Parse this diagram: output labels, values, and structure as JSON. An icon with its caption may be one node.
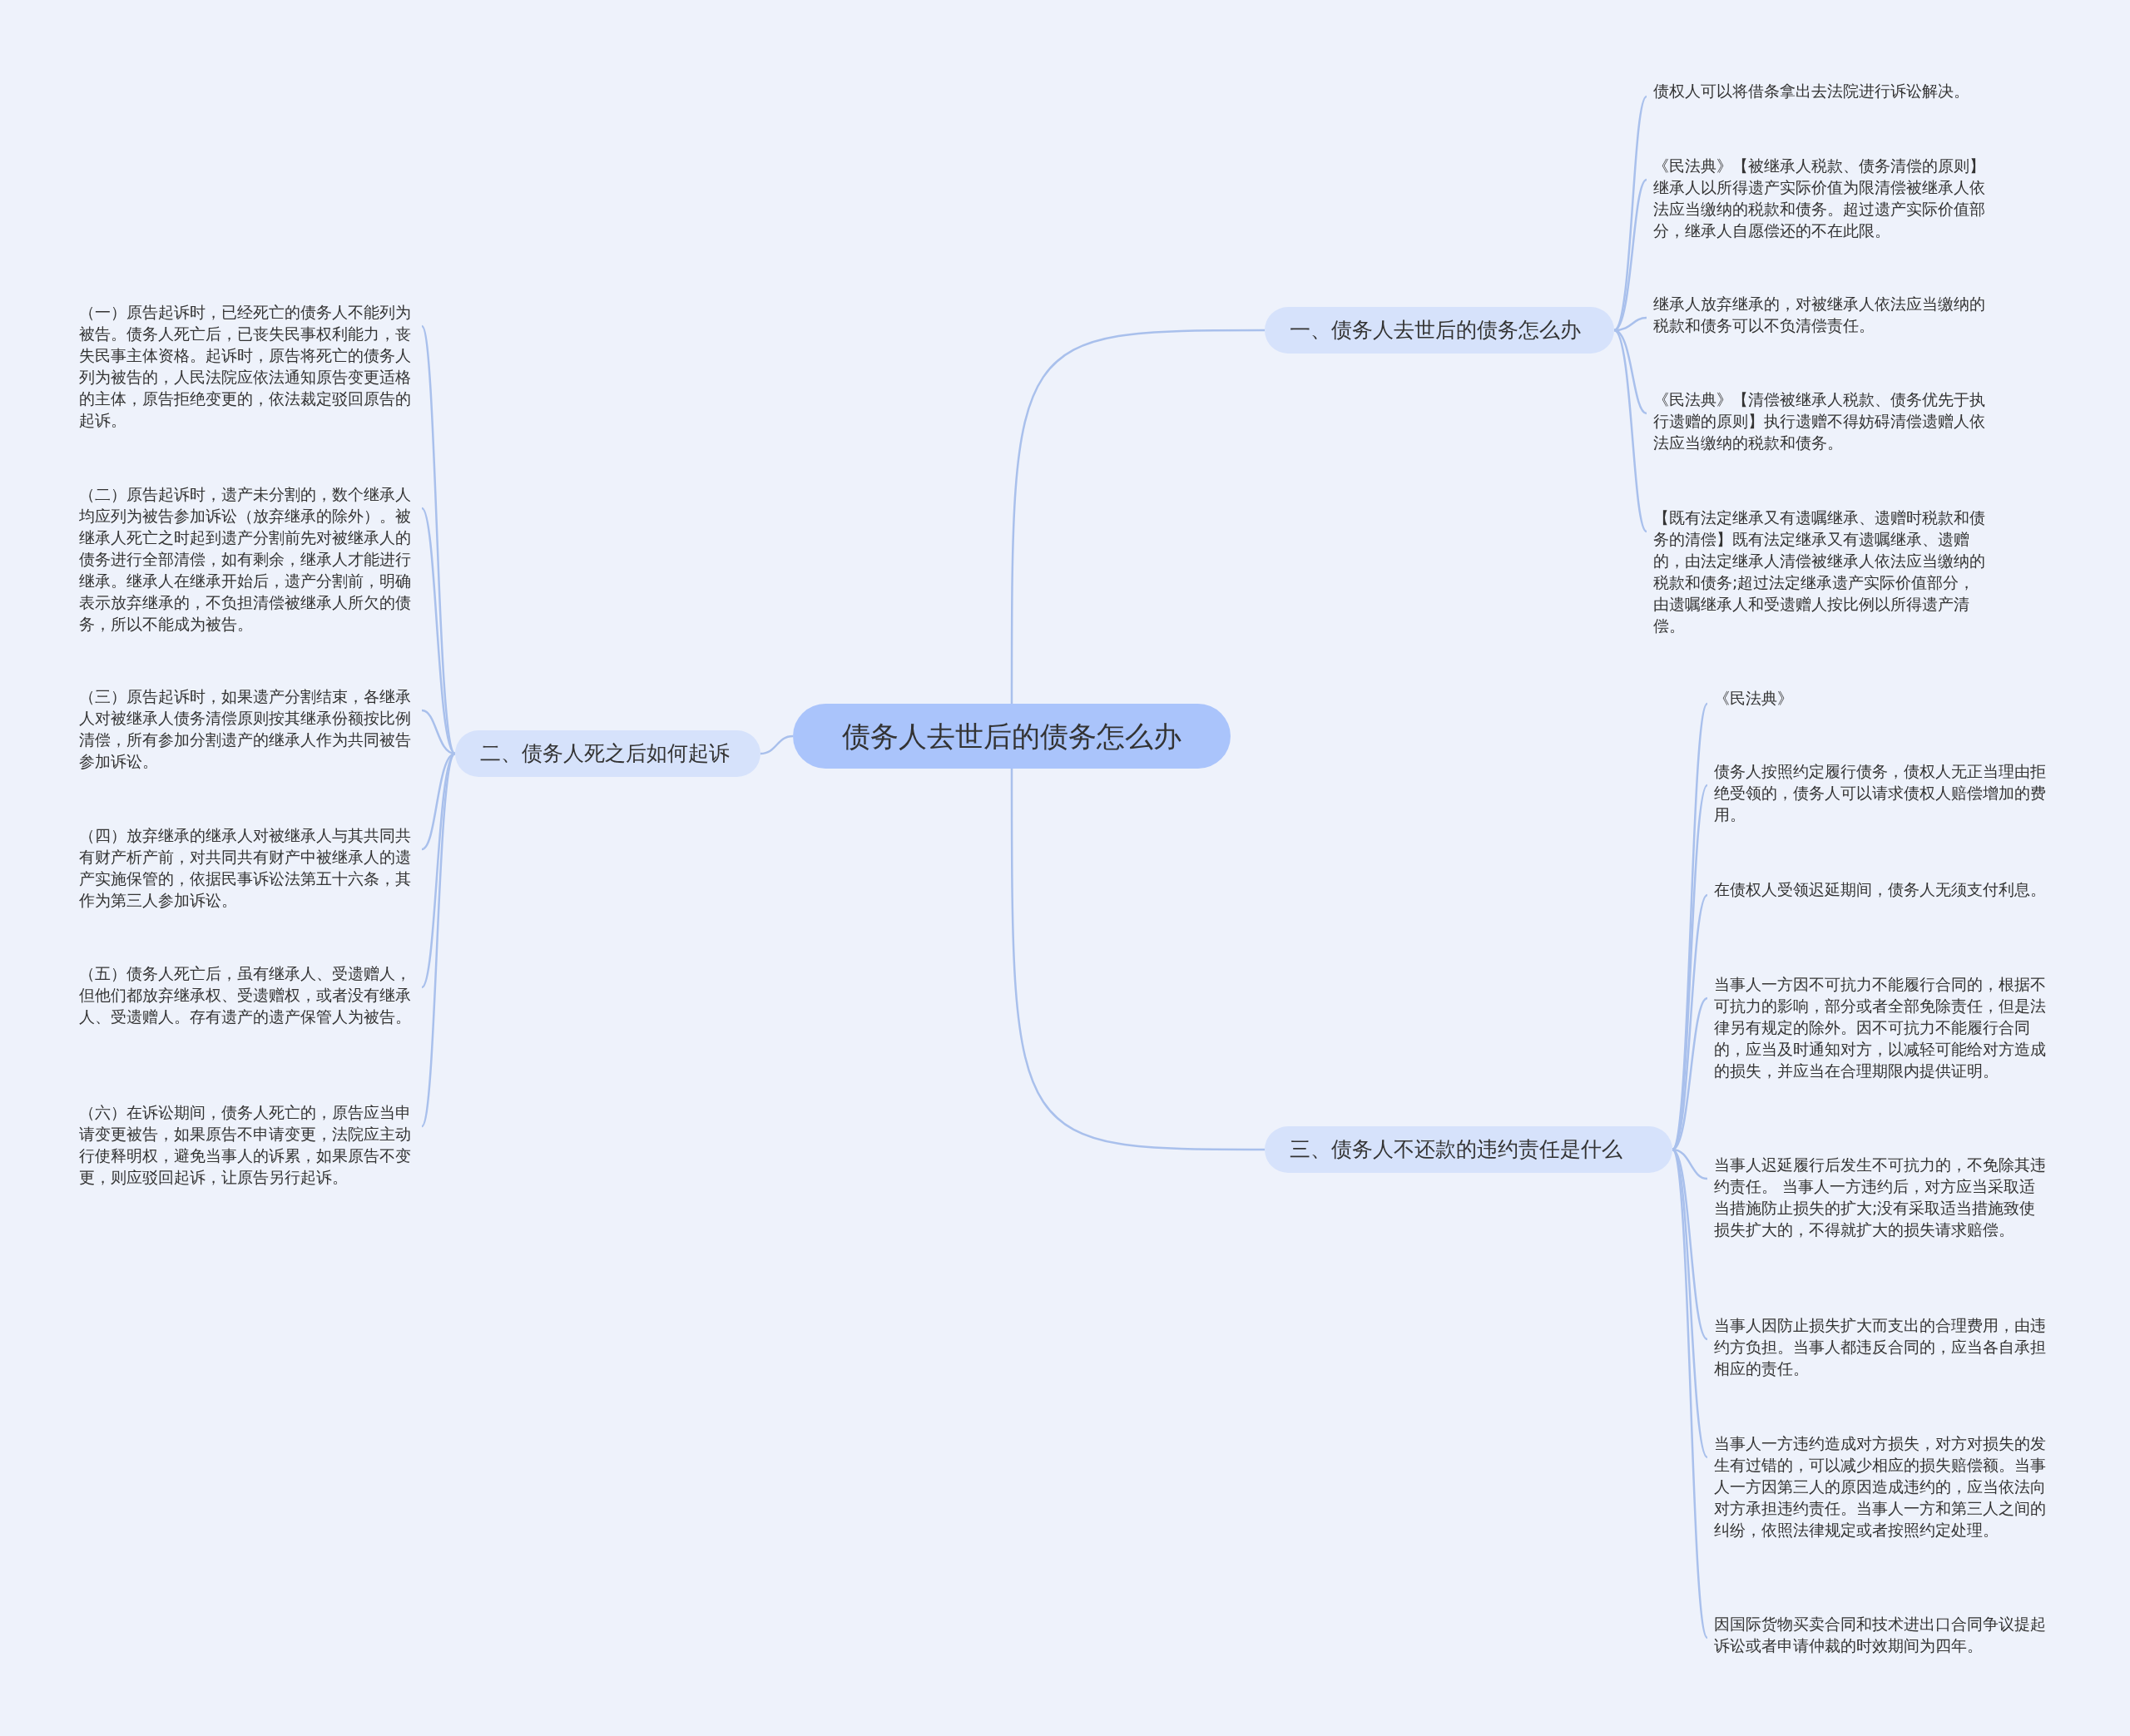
{
  "diagram": {
    "nodes": [
      {
        "text": [
          "债务人去世后的债务怎么办"
        ]
      },
      {
        "text": [
          "一、债务人去世后的债务怎么办"
        ]
      },
      {
        "text": [
          "二、债务人死之后如何起诉"
        ]
      },
      {
        "text": [
          "三、债务人不还款的违约责任是什么"
        ]
      },
      {
        "text": [
          "债权人可以将借条拿出去法院进行诉讼解决。"
        ]
      },
      {
        "text": [
          "《民法典》【被继承人税款、债务清偿的原则】继承人以所得遗产实际价值为限清偿被继承人依法应当缴纳的税款和债务。超过遗产实际价值部分，继承人自愿偿还的不在此限。"
        ]
      },
      {
        "text": [
          "继承人放弃继承的，对被继承人依法应当缴纳的税款和债务可以不负清偿责任。"
        ]
      },
      {
        "text": [
          "《民法典》【清偿被继承人税款、债务优先于执行遗赠的原则】执行遗赠不得妨碍清偿遗赠人依法应当缴纳的税款和债务。"
        ]
      },
      {
        "text": [
          "【既有法定继承又有遗嘱继承、遗赠时税款和债务的清偿】既有法定继承又有遗嘱继承、遗赠的，由法定继承人清偿被继承人依法应当缴纳的税款和债务;超过法定继承遗产实际价值部分，由遗嘱继承人和受遗赠人按比例以所得遗产清偿。"
        ]
      },
      {
        "text": [
          "（一）原告起诉时，已经死亡的债务人不能列为被告。债务人死亡后，已丧失民事权利能力，丧失民事主体资格。起诉时，原告将死亡的债务人列为被告的，人民法院应依法通知原告变更适格的主体，原告拒绝变更的，依法裁定驳回原告的起诉。"
        ]
      },
      {
        "text": [
          "（二）原告起诉时，遗产未分割的，数个继承人均应列为被告参加诉讼（放弃继承的除外）。被继承人死亡之时起到遗产分割前先对被继承人的债务进行全部清偿，如有剩余，继承人才能进行继承。继承人在继承开始后，遗产分割前，明确表示放弃继承的，不负担清偿被继承人所欠的债务，所以不能成为被告。"
        ]
      },
      {
        "text": [
          "（三）原告起诉时，如果遗产分割结束，各继承人对被继承人债务清偿原则按其继承份额按比例清偿，所有参加分割遗产的继承人作为共同被告参加诉讼。"
        ]
      },
      {
        "text": [
          "（四）放弃继承的继承人对被继承人与其共同共有财产析产前，对共同共有财产中被继承人的遗产实施保管的，依据民事诉讼法第五十六条，其作为第三人参加诉讼。"
        ]
      },
      {
        "text": [
          "（五）债务人死亡后，虽有继承人、受遗赠人，但他们都放弃继承权、受遗赠权，或者没有继承人、受遗赠人。存有遗产的遗产保管人为被告。"
        ]
      },
      {
        "text": [
          "（六）在诉讼期间，债务人死亡的，原告应当申请变更被告，如果原告不申请变更，法院应主动行使释明权，避免当事人的诉累，如果原告不变更，则应驳回起诉，让原告另行起诉。"
        ]
      },
      {
        "text": [
          "《民法典》"
        ]
      },
      {
        "text": [
          "债务人按照约定履行债务，债权人无正当理由拒绝受领的，债务人可以请求债权人赔偿增加的费用。"
        ]
      },
      {
        "text": [
          "在债权人受领迟延期间，债务人无须支付利息。"
        ]
      },
      {
        "text": [
          "当事人一方因不可抗力不能履行合同的，根据不可抗力的影响，部分或者全部免除责任，但是法律另有规定的除外。因不可抗力不能履行合同的，应当及时通知对方，以减轻可能给对方造成的损失，并应当在合理期限内提供证明。"
        ]
      },
      {
        "text": [
          "当事人迟延履行后发生不可抗力的，不免除其违约责任。 当事人一方违约后，对方应当采取适当措施防止损失的扩大;没有采取适当措施致使损失扩大的，不得就扩大的损失请求赔偿。"
        ]
      },
      {
        "text": [
          "当事人因防止损失扩大而支出的合理费用，由违约方负担。当事人都违反合同的，应当各自承担相应的责任。"
        ]
      },
      {
        "text": [
          "当事人一方违约造成对方损失，对方对损失的发生有过错的，可以减少相应的损失赔偿额。当事人一方因第三人的原因造成违约的，应当依法向对方承担违约责任。当事人一方和第三人之间的纠纷，依照法律规定或者按照约定处理。"
        ]
      },
      {
        "text": [
          "因国际货物买卖合同和技术进出口合同争议提起诉讼或者申请仲裁的时效期间为四年。"
        ]
      }
    ],
    "edges": [
      {
        "from": 0,
        "to": 1,
        "arrow": "none"
      },
      {
        "from": 0,
        "to": 2,
        "arrow": "none"
      },
      {
        "from": 0,
        "to": 3,
        "arrow": "none"
      },
      {
        "from": 1,
        "to": 4,
        "arrow": "none"
      },
      {
        "from": 1,
        "to": 5,
        "arrow": "none"
      },
      {
        "from": 1,
        "to": 6,
        "arrow": "none"
      },
      {
        "from": 1,
        "to": 7,
        "arrow": "none"
      },
      {
        "from": 1,
        "to": 8,
        "arrow": "none"
      },
      {
        "from": 2,
        "to": 9,
        "arrow": "none"
      },
      {
        "from": 2,
        "to": 10,
        "arrow": "none"
      },
      {
        "from": 2,
        "to": 11,
        "arrow": "none"
      },
      {
        "from": 2,
        "to": 12,
        "arrow": "none"
      },
      {
        "from": 2,
        "to": 13,
        "arrow": "none"
      },
      {
        "from": 2,
        "to": 14,
        "arrow": "none"
      },
      {
        "from": 3,
        "to": 15,
        "arrow": "none"
      },
      {
        "from": 3,
        "to": 16,
        "arrow": "none"
      },
      {
        "from": 3,
        "to": 17,
        "arrow": "none"
      },
      {
        "from": 3,
        "to": 18,
        "arrow": "none"
      },
      {
        "from": 3,
        "to": 19,
        "arrow": "none"
      },
      {
        "from": 3,
        "to": 20,
        "arrow": "none"
      },
      {
        "from": 3,
        "to": 21,
        "arrow": "none"
      },
      {
        "from": 3,
        "to": 22,
        "arrow": "none"
      }
    ]
  }
}
